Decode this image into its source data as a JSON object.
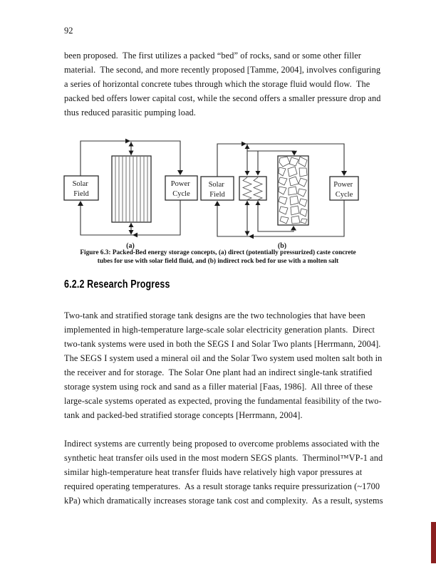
{
  "page_number": "92",
  "paragraphs": {
    "p1_lines": [
      "been proposed.  The first utilizes a packed “bed” of rocks, sand or some other filler",
      "material.  The second, and more recently proposed [Tamme, 2004], involves configuring",
      "a series of horizontal concrete tubes through which the storage fluid would flow.  The",
      "packed bed offers lower capital cost, while the second offers a smaller pressure drop and",
      "thus reduced parasitic pumping load."
    ],
    "p2_lines": [
      "Two-tank and stratified storage tank designs are the two technologies that have been",
      "implemented in high-temperature large-scale solar electricity generation plants.  Direct",
      "two-tank systems were used in both the SEGS I and Solar Two plants [Herrmann, 2004].",
      "The SEGS I system used a mineral oil and the Solar Two system used molten salt both in",
      "the receiver and for storage.  The Solar One plant had an indirect single-tank stratified",
      "storage system using rock and sand as a filler material [Faas, 1986].  All three of these",
      "large-scale systems operated as expected, proving the fundamental feasibility of the two-",
      "tank and packed-bed stratified storage concepts [Herrmann, 2004]."
    ],
    "p3_lines": [
      "Indirect systems are currently being proposed to overcome problems associated with the",
      "synthetic heat transfer oils used in the most modern SEGS plants.  Therminol™VP-1 and",
      "similar high-temperature heat transfer fluids have relatively high vapor pressures at",
      "required operating temperatures.  As a result storage tanks require pressurization (~1700",
      "kPa) which dramatically increases storage tank cost and complexity.  As a result, systems"
    ]
  },
  "figure": {
    "diagram_a": {
      "solar_field": [
        "Solar",
        "Field"
      ],
      "power_cycle": [
        "Power",
        "Cycle"
      ],
      "sublabel": "(a)"
    },
    "diagram_b": {
      "solar_field": [
        "Solar",
        "Field"
      ],
      "power_cycle": [
        "Power",
        "Cycle"
      ],
      "sublabel": "(b)"
    },
    "caption_lines": [
      "Figure 6.3: Packed-Bed energy storage concepts, (a) direct (potentially pressurized) caste concrete",
      "tubes for use with solar field fluid, and (b) indirect rock bed for use with a molten salt"
    ]
  },
  "section_heading": "6.2.2 Research Progress",
  "colors": {
    "edge_marker": "#8a1f1f"
  }
}
